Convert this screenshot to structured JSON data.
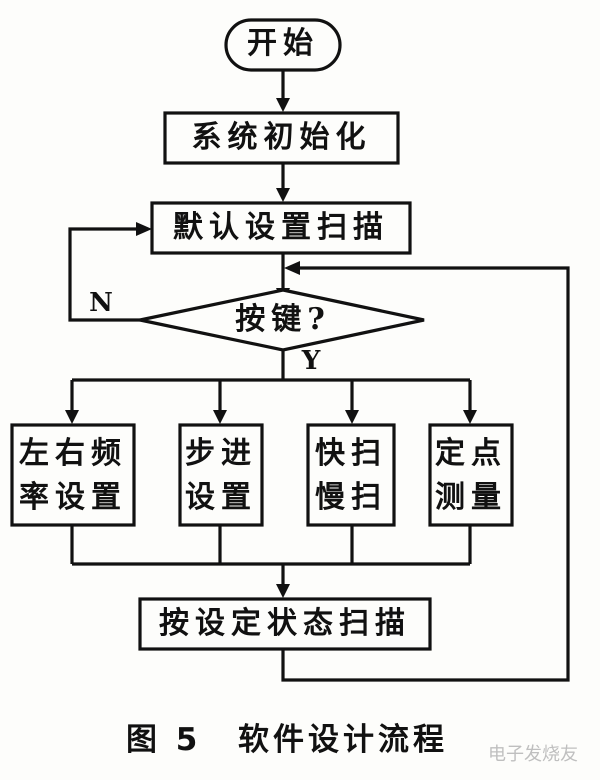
{
  "flowchart": {
    "start": "开始",
    "init": "系统初始化",
    "default_scan": "默认设置扫描",
    "decision": "按键?",
    "no_label": "N",
    "yes_label": "Y",
    "branches": [
      {
        "line1": "左右频",
        "line2": "率设置"
      },
      {
        "line1": "步进",
        "line2": "设置"
      },
      {
        "line1": "快扫",
        "line2": "慢扫"
      },
      {
        "line1": "定点",
        "line2": "测量"
      }
    ],
    "set_scan": "按设定状态扫描"
  },
  "caption": {
    "figure": "图 5",
    "title": "软件设计流程"
  },
  "watermark": "电子发烧友"
}
